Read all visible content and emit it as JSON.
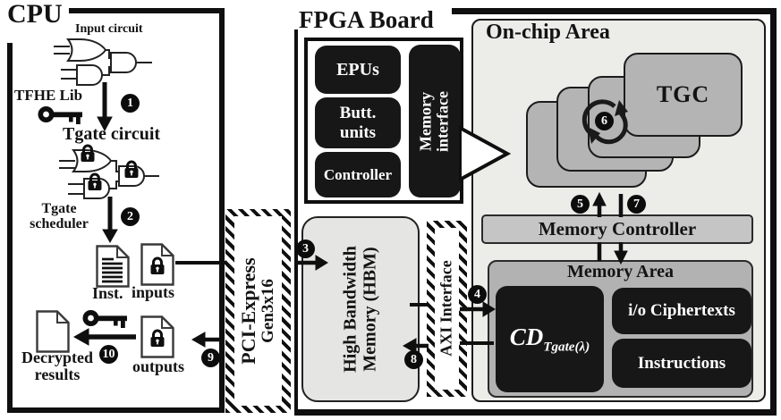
{
  "cpu": {
    "title": "CPU",
    "input_circuit": "Input circuit",
    "tfhe_lib": "TFHE Lib",
    "tgate_circuit": "Tgate circuit",
    "scheduler_l1": "Tgate",
    "scheduler_l2": "scheduler",
    "inst": "Inst.",
    "inputs": "inputs",
    "decrypted_l1": "Decrypted",
    "decrypted_l2": "results",
    "outputs": "outputs"
  },
  "interconnect": {
    "pci_l1": "PCI-Express",
    "pci_l2": "Gen3x16",
    "axi": "AXI Interface"
  },
  "fpga": {
    "title": "FPGA Board",
    "hbm_l1": "High Bandwidth",
    "hbm_l2": "Memory (HBM)",
    "callout": {
      "epus": "EPUs",
      "butt_l1": "Butt.",
      "butt_l2": "units",
      "controller": "Controller",
      "memif_l1": "Memory",
      "memif_l2": "interface"
    },
    "onchip": {
      "title": "On-chip Area",
      "tgc": "TGC",
      "memory_controller": "Memory Controller",
      "memory_area": "Memory Area",
      "cd_base": "CD",
      "cd_sub": "Tgate(λ)",
      "io_ciphertexts": "i/o Ciphertexts",
      "instructions": "Instructions"
    }
  },
  "steps": {
    "s1": "1",
    "s2": "2",
    "s3": "3",
    "s4": "4",
    "s5": "5",
    "s6": "6",
    "s7": "7",
    "s8": "8",
    "s9": "9",
    "s10": "10"
  },
  "colors": {
    "ink": "#111111",
    "black_box": "#171717",
    "onchip_bg": "#ecece9",
    "card_gray": "#b4b4b4",
    "memory_area_gray": "#b2b2b2",
    "controller_gray": "#c5c5c5",
    "hbm_bg": "#e5e5e3",
    "text_on_dark": "#ffffff"
  }
}
